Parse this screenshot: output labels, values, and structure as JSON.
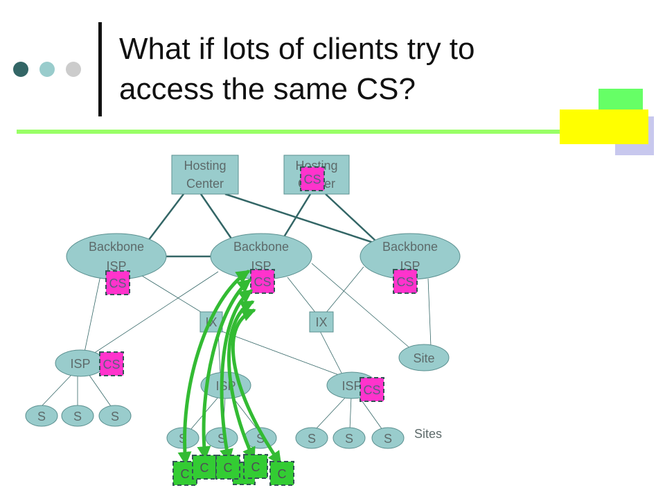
{
  "slide": {
    "title_line1": "What if lots of clients try to",
    "title_line2": "access the same CS?"
  },
  "colors": {
    "node_fill": "#99cccc",
    "cs_fill": "#ff33cc",
    "client_fill": "#33cc33",
    "arrow": "#33bb33",
    "accent_bar": "#99ff66",
    "accent_yellow": "#ffff00",
    "accent_green": "#66ff66",
    "accent_lavender": "#c8c8ee",
    "bullet_dark": "#336666",
    "bullet_mid": "#99cccc",
    "bullet_light": "#cccccc"
  },
  "diagram": {
    "hosting_centers": [
      {
        "line1": "Hosting",
        "line2": "Center"
      },
      {
        "line1": "Hosting",
        "line2": "Center"
      }
    ],
    "backbones": [
      {
        "line1": "Backbone",
        "line2": "ISP"
      },
      {
        "line1": "Backbone",
        "line2": "ISP"
      },
      {
        "line1": "Backbone",
        "line2": "ISP"
      }
    ],
    "ix": [
      "IX",
      "IX"
    ],
    "isps": [
      "ISP",
      "ISP",
      "ISP"
    ],
    "site": "Site",
    "sites_label": "Sites",
    "s_nodes": [
      "S",
      "S",
      "S",
      "S",
      "S",
      "S",
      "S",
      "S",
      "S"
    ],
    "cs_label": "CS",
    "client_label": "C"
  }
}
